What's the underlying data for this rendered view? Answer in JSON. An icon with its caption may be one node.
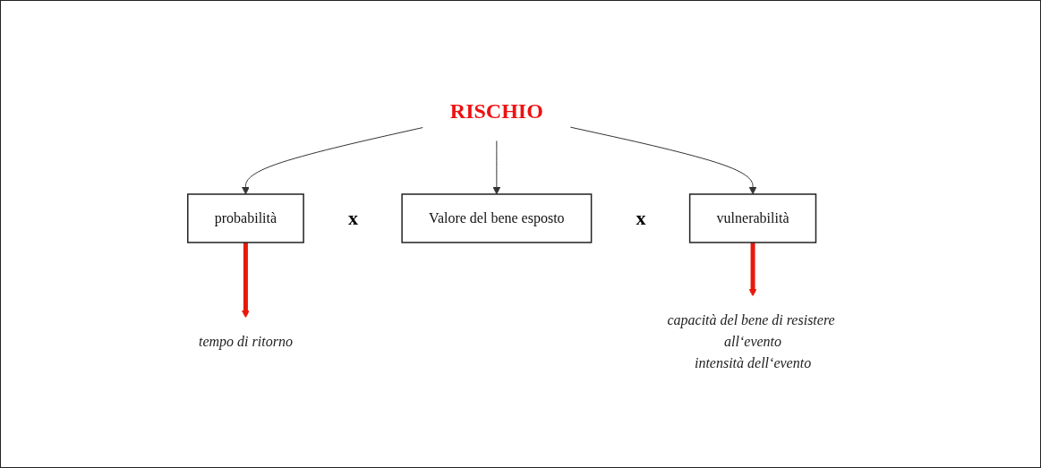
{
  "diagram": {
    "nodes": [
      {
        "text": [
          "RISCHIO"
        ]
      },
      {
        "text": [
          "probabilità"
        ]
      },
      {
        "text": [
          "Valore del bene esposto"
        ]
      },
      {
        "text": [
          "vulnerabilità"
        ]
      },
      {
        "text": [
          "tempo di ritorno"
        ]
      },
      {
        "text": [
          "capacità del bene di resistere all‘evento",
          "intensità dell‘evento"
        ]
      }
    ],
    "edges": [
      {
        "from": 0,
        "to": 1,
        "arrow": "to"
      },
      {
        "from": 0,
        "to": 2,
        "arrow": "to"
      },
      {
        "from": 0,
        "to": 3,
        "arrow": "to"
      },
      {
        "from": 1,
        "to": 4,
        "arrow": "to",
        "style": "thick",
        "color": "#e8190c"
      },
      {
        "from": 3,
        "to": 5,
        "arrow": "to",
        "style": "thick",
        "color": "#e8190c"
      }
    ],
    "labels": [
      "x",
      "x"
    ]
  }
}
